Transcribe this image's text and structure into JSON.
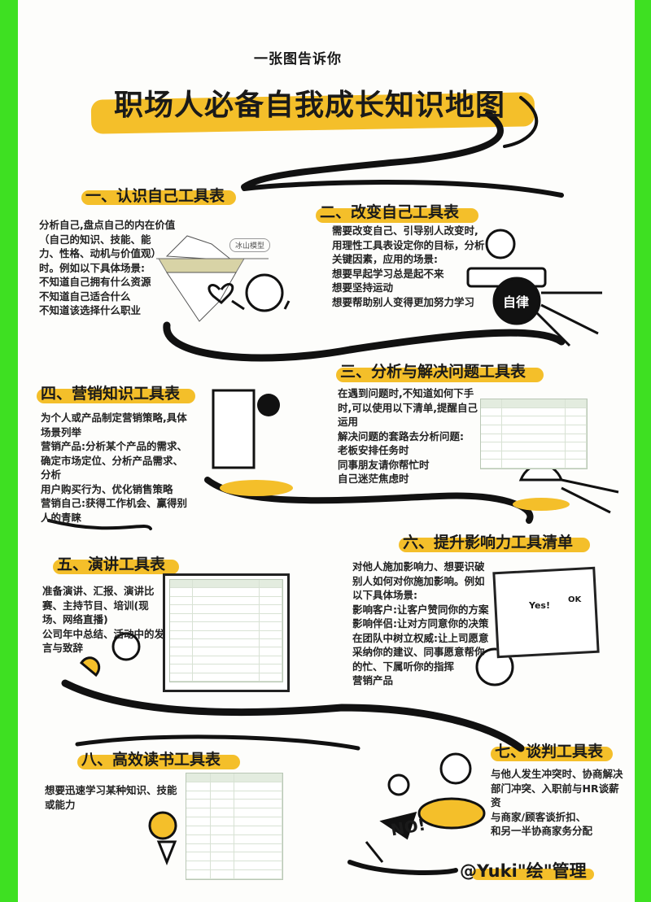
{
  "header": {
    "subtitle": "一张图告诉你",
    "title": "职场人必备自我成长知识地图"
  },
  "colors": {
    "border": "#3ee022",
    "accent": "#f4bf2a",
    "ink": "#1a1a1a"
  },
  "sections": [
    {
      "heading": "一、认识自己工具表",
      "lines": [
        "分析自己,盘点自己的内在价值",
        "（自己的知识、技能、能",
        "力、性格、动机与价值观）",
        "时。例如以下具体场景:",
        "不知道自己拥有什么资源",
        "不知道自己适合什么",
        "不知道该选择什么职业"
      ],
      "figure_tag": "冰山模型"
    },
    {
      "heading": "二、改变自己工具表",
      "lines": [
        "需要改变自己、引导别人改变时,",
        "用理性工具表设定你的目标，分析",
        "关键因素，应用的场景:",
        "想要早起学习总是起不来",
        "想要坚持运动",
        "想要帮助别人变得更加努力学习"
      ],
      "figure_text": "自律"
    },
    {
      "heading": "三、分析与解决问题工具表",
      "lines": [
        "在遇到问题时,不知道如何下手",
        "时,可以使用以下清单,提醒自己",
        "运用",
        "解决问题的套路去分析问题:",
        "老板安排任务时",
        "同事朋友请你帮忙时",
        "自己迷茫焦虑时"
      ]
    },
    {
      "heading": "四、营销知识工具表",
      "lines": [
        "为个人或产品制定营销策略,具体",
        "场景列举",
        "营销产品:分析某个产品的需求、",
        "确定市场定位、分析产品需求、",
        "分析",
        "用户购买行为、优化销售策略",
        "营销自己:获得工作机会、赢得别",
        "人的青睐"
      ]
    },
    {
      "heading": "五、演讲工具表",
      "lines": [
        "准备演讲、汇报、演讲比",
        "赛、主持节目、培训(现",
        "场、网络直播)",
        "公司年中总结、活动中的发",
        "言与致辞"
      ]
    },
    {
      "heading": "六、提升影响力工具清单",
      "lines": [
        "对他人施加影响力、想要识破",
        "别人如何对你施加影响。例如",
        "以下具体场景:",
        "影响客户:让客户赞同你的方案",
        "影响伴侣:让对方同意你的决策",
        "在团队中树立权威:让上司愿意",
        "采纳你的建议、同事愿意帮你",
        "的忙、下属听你的指挥",
        "营销产品"
      ],
      "figure_bubbles": [
        "Yes!",
        "OK"
      ]
    },
    {
      "heading": "七、谈判工具表",
      "lines": [
        "与他人发生冲突时、协商解决",
        "部门冲突、入职前与HR谈薪",
        "资",
        "与商家/顾客谈折扣、",
        "和另一半协商家务分配"
      ],
      "figure_text": "NO!"
    },
    {
      "heading": "八、高效读书工具表",
      "lines": [
        "想要迅速学习某种知识、技能",
        "或能力"
      ]
    }
  ],
  "signature": "@Yuki\"绘\"管理"
}
